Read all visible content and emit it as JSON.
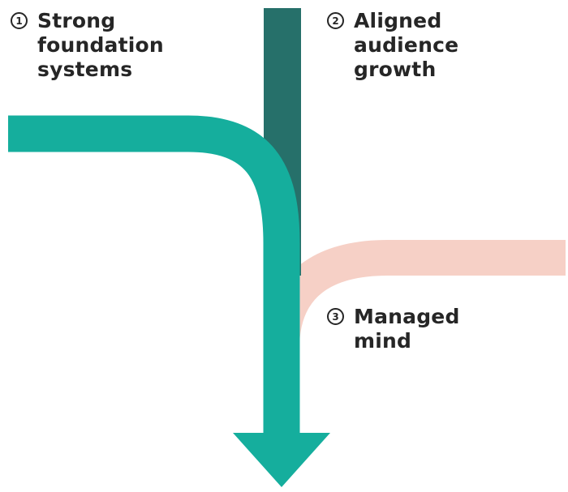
{
  "colors": {
    "teal": "#15AE9D",
    "dark_teal": "#26706A",
    "peach": "#F6D0C6",
    "text": "#262626"
  },
  "steps": [
    {
      "number": "1",
      "label": "Strong\nfoundation\nsystems",
      "stream_color": "#15AE9D"
    },
    {
      "number": "2",
      "label": "Aligned\naudience\ngrowth",
      "stream_color": "#26706A"
    },
    {
      "number": "3",
      "label": "Managed\nmind",
      "stream_color": "#F6D0C6"
    }
  ]
}
